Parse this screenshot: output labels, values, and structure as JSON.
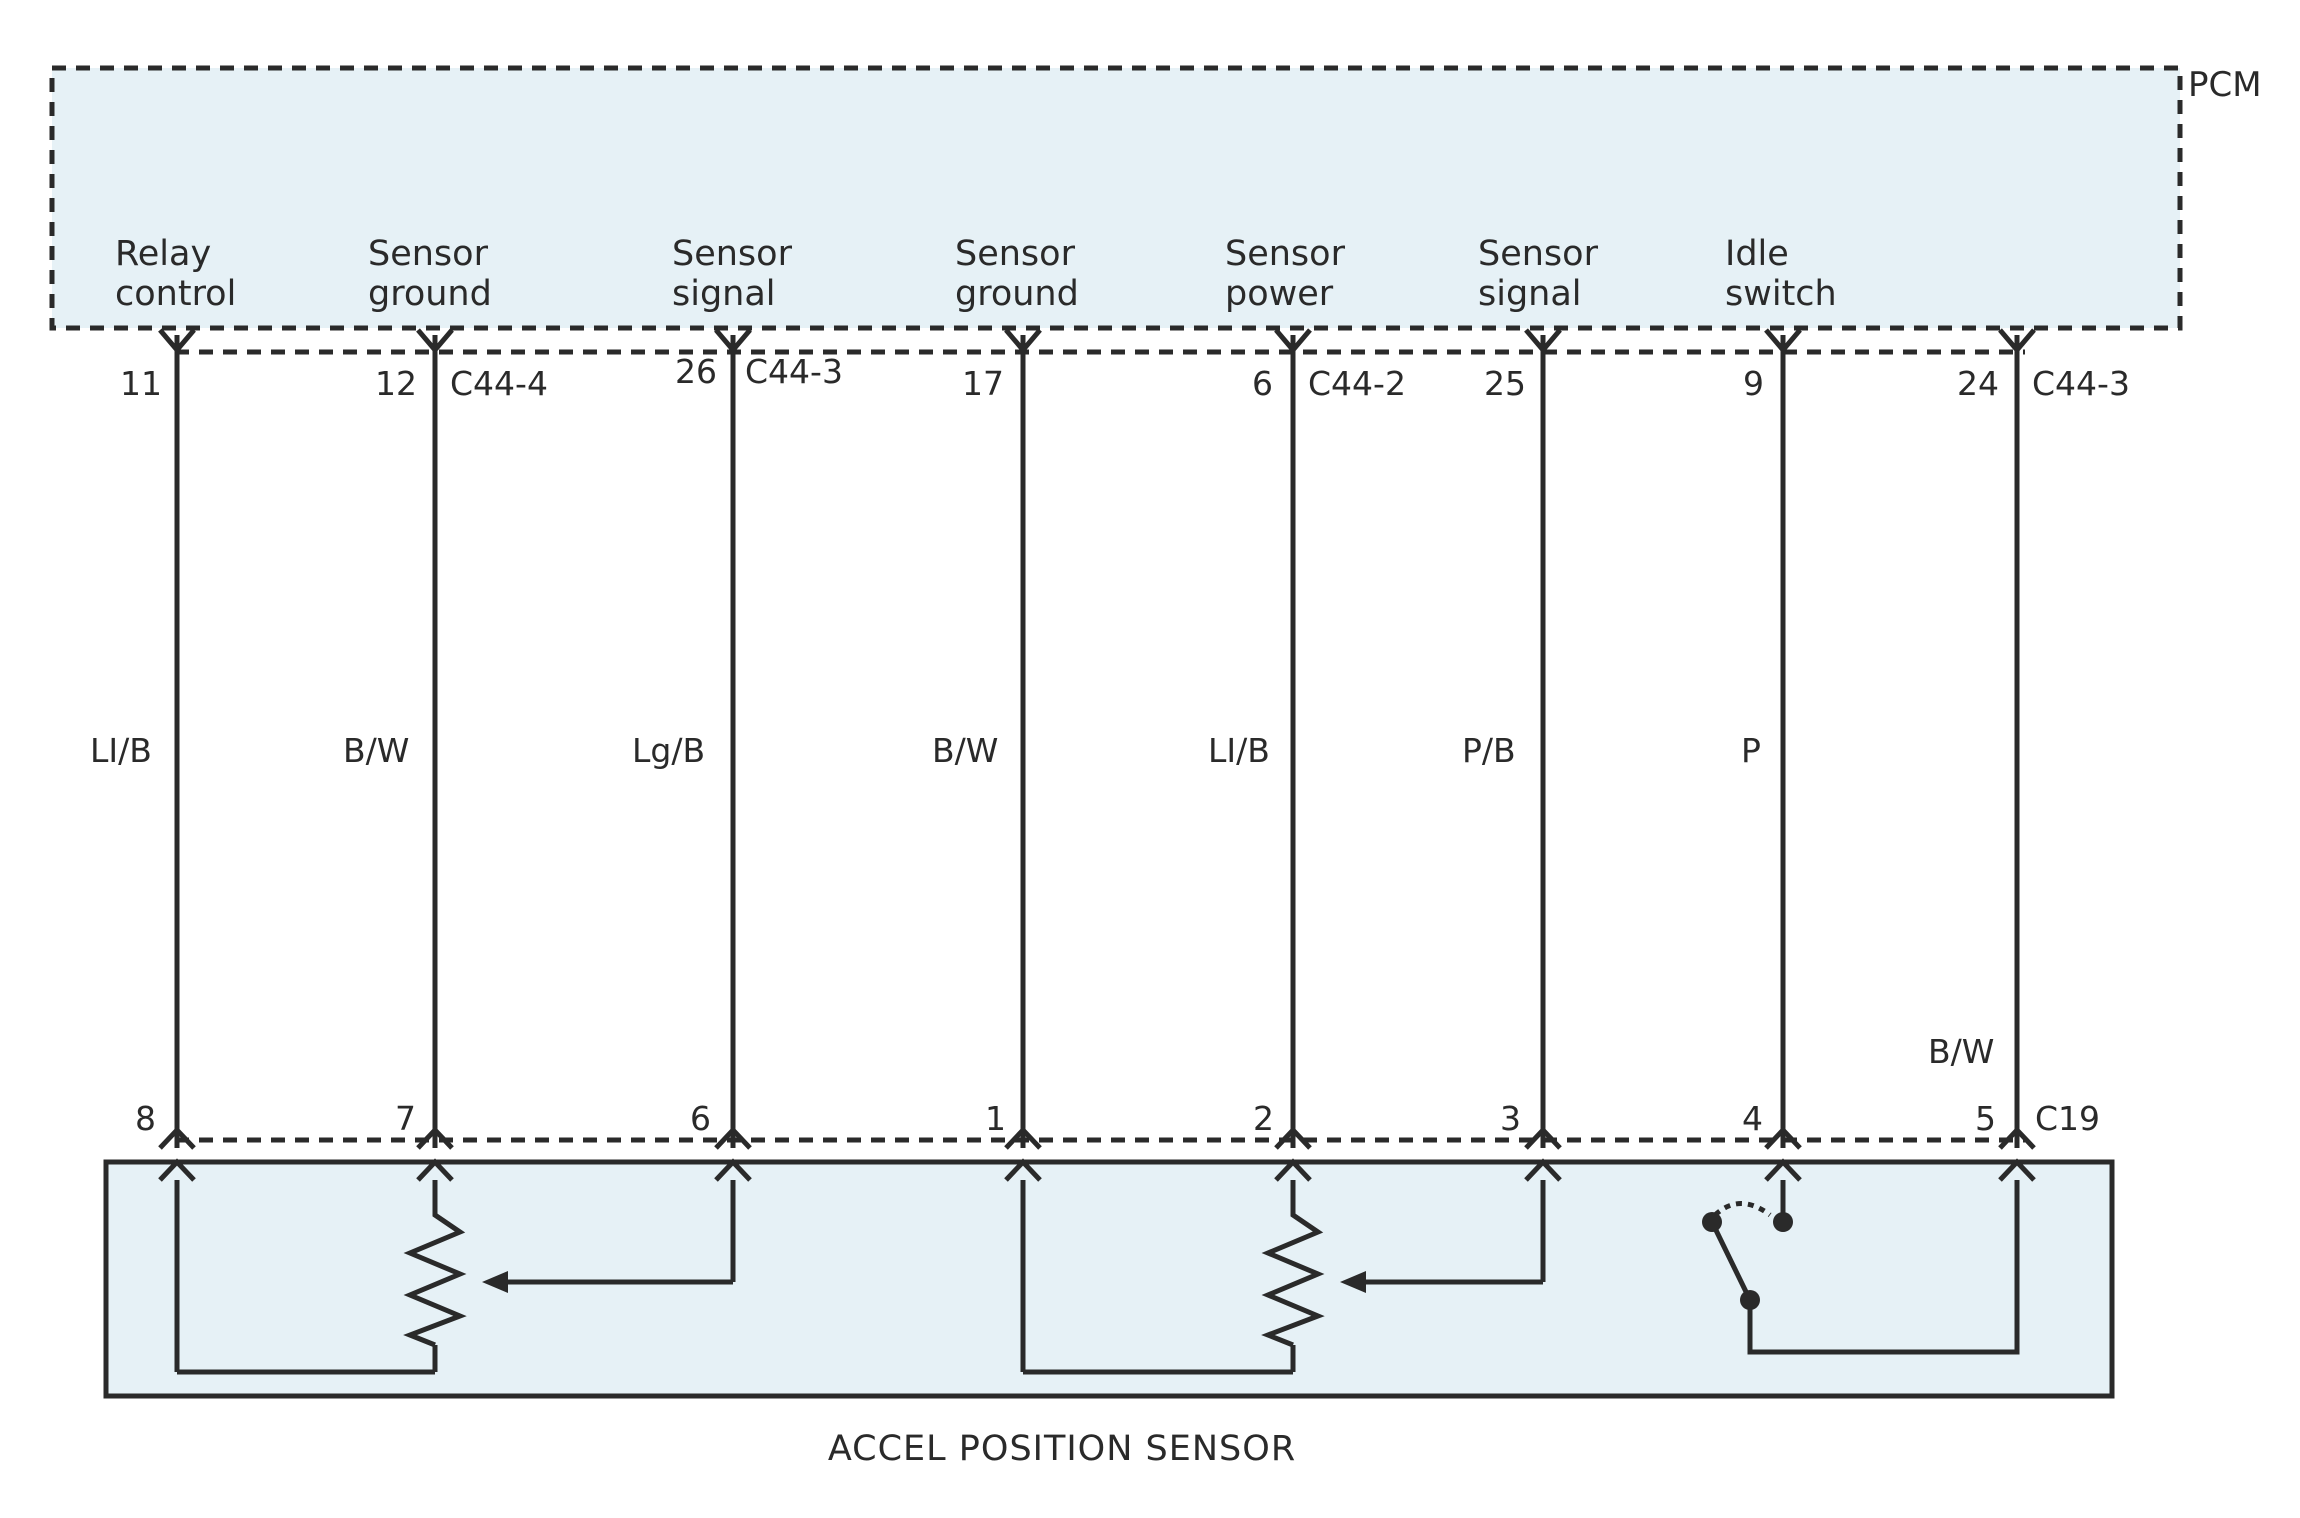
{
  "pcm": {
    "label": "PCM",
    "fill": "#e6f1f6",
    "functions": [
      {
        "line1": "Relay",
        "line2": "control"
      },
      {
        "line1": "Sensor",
        "line2": "ground"
      },
      {
        "line1": "Sensor",
        "line2": "signal"
      },
      {
        "line1": "Sensor",
        "line2": "ground"
      },
      {
        "line1": "Sensor",
        "line2": "power"
      },
      {
        "line1": "Sensor",
        "line2": "signal"
      },
      {
        "line1": "Idle",
        "line2": "switch"
      }
    ]
  },
  "wires": [
    {
      "pcm_pin": "11",
      "pcm_connector": "",
      "color": "LI/B",
      "sensor_pin": "8"
    },
    {
      "pcm_pin": "12",
      "pcm_connector": "C44-4",
      "color": "B/W",
      "sensor_pin": "7"
    },
    {
      "pcm_pin": "26",
      "pcm_connector": "C44-3",
      "color": "Lg/B",
      "sensor_pin": "6"
    },
    {
      "pcm_pin": "17",
      "pcm_connector": "",
      "color": "B/W",
      "sensor_pin": "1"
    },
    {
      "pcm_pin": "6",
      "pcm_connector": "C44-2",
      "color": "LI/B",
      "sensor_pin": "2"
    },
    {
      "pcm_pin": "25",
      "pcm_connector": "",
      "color": "P/B",
      "sensor_pin": "3"
    },
    {
      "pcm_pin": "9",
      "pcm_connector": "",
      "color": "P",
      "sensor_pin": "4"
    },
    {
      "pcm_pin": "24",
      "pcm_connector": "C44-3",
      "color": "B/W",
      "sensor_pin": "5"
    }
  ],
  "sensor": {
    "label": "ACCEL POSITION SENSOR",
    "connector": "C19",
    "fill": "#e6f1f6"
  },
  "line_color": "#2a2a2a"
}
